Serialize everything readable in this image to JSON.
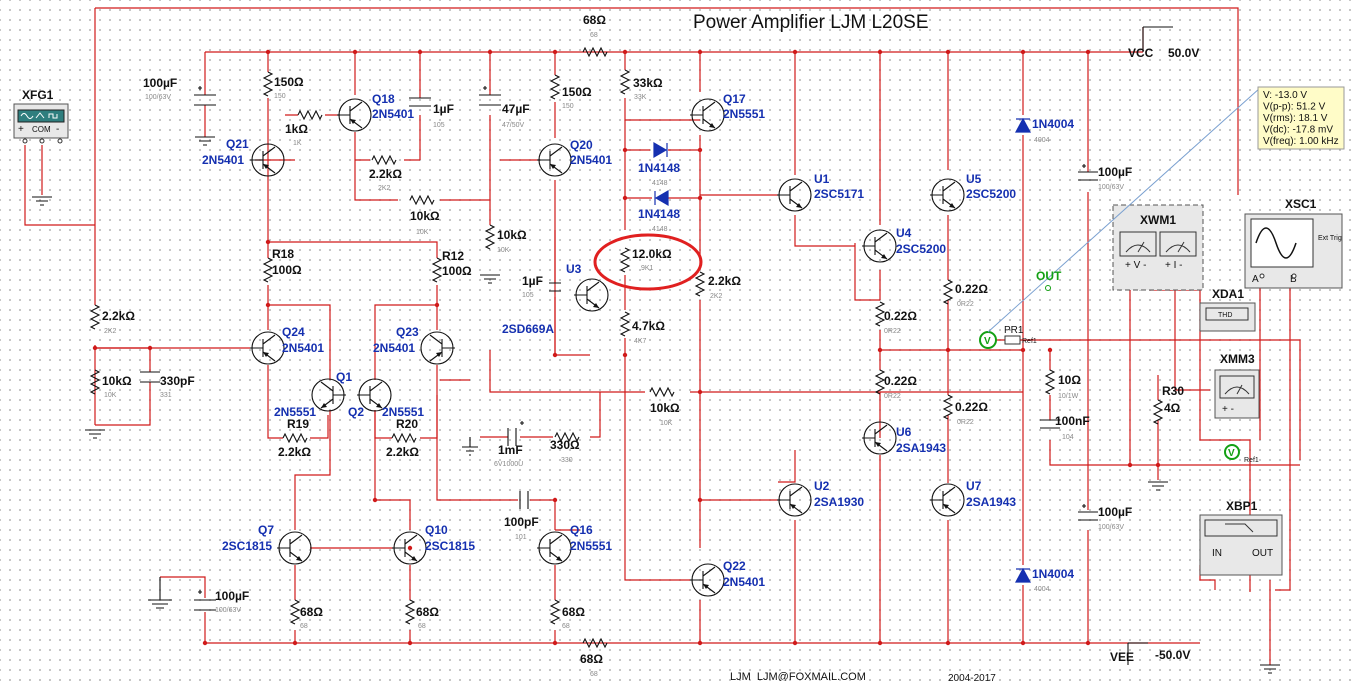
{
  "title": "Power Amplifier LJM L20SE",
  "footer": {
    "email": "LJM_LJM@FOXMAIL.COM",
    "years": "2004-2017"
  },
  "rails": {
    "vcc_label": "VCC",
    "vcc_value": "50.0V",
    "vee_label": "VEE",
    "vee_value": "-50.0V"
  },
  "instruments": {
    "xfg1": "XFG1",
    "xfg1_com": "COM",
    "xwm1": "XWM1",
    "xsc1": "XSC1",
    "xsc1_ext": "Ext Trig",
    "xdal": "XDA1",
    "xdal_thd": "THD",
    "xmm3": "XMM3",
    "xbp1": "XBP1",
    "xbp1_in": "IN",
    "xbp1_out": "OUT",
    "pr1": "PR1",
    "ref1": "Ref1",
    "ref1b": "Ref1",
    "out_label": "OUT"
  },
  "probe": {
    "lines": [
      "V: -13.0 V",
      "V(p-p): 51.2 V",
      "V(rms): 18.1 V",
      "V(dc): -17.8 mV",
      "V(freq): 1.00 kHz"
    ],
    "color": "#fffcc8"
  },
  "transistors": {
    "q21": [
      "Q21",
      "2N5401"
    ],
    "q18": [
      "Q18",
      "2N5401"
    ],
    "q20": [
      "Q20",
      "2N5401"
    ],
    "q17": [
      "Q17",
      "2N5551"
    ],
    "u1": [
      "U1",
      "2SC5171"
    ],
    "u5": [
      "U5",
      "2SC5200"
    ],
    "u4": [
      "U4",
      "2SC5200"
    ],
    "u3": [
      "U3",
      "2SD669A"
    ],
    "q24": [
      "Q24",
      "2N5401"
    ],
    "q23": [
      "Q23",
      "2N5401"
    ],
    "q1": [
      "Q1",
      "2N5551"
    ],
    "q2": [
      "Q2",
      "2N5551"
    ],
    "q7": [
      "Q7",
      "2SC1815"
    ],
    "q10": [
      "Q10",
      "2SC1815"
    ],
    "q16": [
      "Q16",
      "2N5551"
    ],
    "q22": [
      "Q22",
      "2N5401"
    ],
    "u6": [
      "U6",
      "2SA1943"
    ],
    "u2": [
      "U2",
      "2SA1930"
    ],
    "u7": [
      "U7",
      "2SA1943"
    ]
  },
  "diodes": {
    "d1": "1N4148",
    "d1s": "4148",
    "d2": "1N4148",
    "d2s": "4148",
    "d3": "1N4004",
    "d3s": "4004",
    "d4": "1N4004",
    "d4s": "4004"
  },
  "resistors": {
    "r_top": [
      "68Ω",
      "68"
    ],
    "r_150a": [
      "150Ω",
      "150"
    ],
    "r_1k": [
      "1kΩ",
      "1K"
    ],
    "r_22k_a": [
      "2.2kΩ",
      "2K2"
    ],
    "r_10k_a": [
      "10kΩ",
      "10K"
    ],
    "r_150b": [
      "150Ω",
      "150"
    ],
    "r_33k": [
      "33kΩ",
      "33K"
    ],
    "r_10k_b": [
      "10kΩ",
      "10K"
    ],
    "r_12k": [
      "12.0kΩ",
      "9K1"
    ],
    "r_47k": [
      "4.7kΩ",
      "4K7"
    ],
    "r_22k_b": [
      "2.2kΩ",
      "2K2"
    ],
    "r18": [
      "R18",
      "100Ω"
    ],
    "r12": [
      "R12",
      "100Ω"
    ],
    "r_22k_in": [
      "2.2kΩ",
      "2K2"
    ],
    "r_10k_in": [
      "10kΩ",
      "10K"
    ],
    "r19": [
      "R19",
      "2.2kΩ"
    ],
    "r20": [
      "R20",
      "2.2kΩ"
    ],
    "r_10k_fb": [
      "10kΩ",
      "10K"
    ],
    "r_330": [
      "330Ω",
      "330"
    ],
    "r_68a": [
      "68Ω",
      "68"
    ],
    "r_68b": [
      "68Ω",
      "68"
    ],
    "r_68c": [
      "68Ω",
      "68"
    ],
    "r_68bot": [
      "68Ω",
      "68"
    ],
    "r_022a": [
      "0.22Ω",
      "0R22"
    ],
    "r_022b": [
      "0.22Ω",
      "0R22"
    ],
    "r_022c": [
      "0.22Ω",
      "0R22"
    ],
    "r_022d": [
      "0.22Ω",
      "0R22"
    ],
    "r_10": [
      "10Ω",
      "10/1W"
    ],
    "r30": [
      "R30",
      "4Ω"
    ]
  },
  "capacitors": {
    "c_100u_a": [
      "100µF",
      "100/63V"
    ],
    "c_1u_a": [
      "1µF",
      "105"
    ],
    "c_47u": [
      "47µF",
      "47/50V"
    ],
    "c_330p": [
      "330pF",
      "331"
    ],
    "c_1u_b": [
      "1µF",
      "105"
    ],
    "c_1m": [
      "1mF",
      "6V1000U"
    ],
    "c_100p": [
      "100pF",
      "101"
    ],
    "c_100u_b": [
      "100µF",
      "100/63V"
    ],
    "c_100u_c": [
      "100µF",
      "100/63V"
    ],
    "c_100n": [
      "100nF",
      "104"
    ],
    "c_100u_d": [
      "100µF",
      "100/63V"
    ]
  },
  "highlight": {
    "color": "#e02020",
    "target": "12.0kΩ"
  },
  "colors": {
    "wire": "#d01a1a",
    "label": "#1530b0",
    "grid_dot": "#b9b9b9",
    "green": "#13a013"
  }
}
